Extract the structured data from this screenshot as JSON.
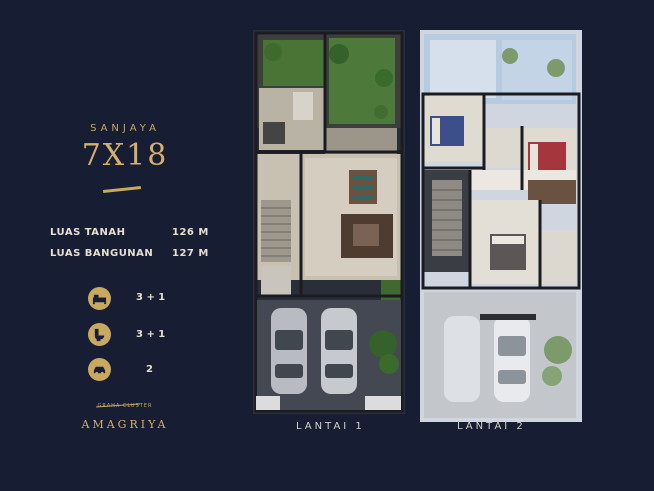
{
  "project": {
    "subtitle": "SANJAYA",
    "title": "7X18"
  },
  "specs": {
    "land_label": "LUAS TANAH",
    "land_value": "126 M",
    "building_label": "LUAS BANGUNAN",
    "building_value": "127 M"
  },
  "features": [
    {
      "icon": "bed-icon",
      "value": "3 + 1"
    },
    {
      "icon": "toilet-icon",
      "value": "3 + 1"
    },
    {
      "icon": "car-icon",
      "value": "2"
    }
  ],
  "brand": {
    "small": "GRAHA CLUSTER",
    "name": "AMAGRIYA"
  },
  "floors": {
    "floor1_label": "LANTAI 1",
    "floor2_label": "LANTAI 2"
  },
  "colors": {
    "background": "#171d33",
    "gold": "#c9a860",
    "blue_bedroom": "#3c4f8a",
    "red_bedroom": "#a5363d"
  }
}
